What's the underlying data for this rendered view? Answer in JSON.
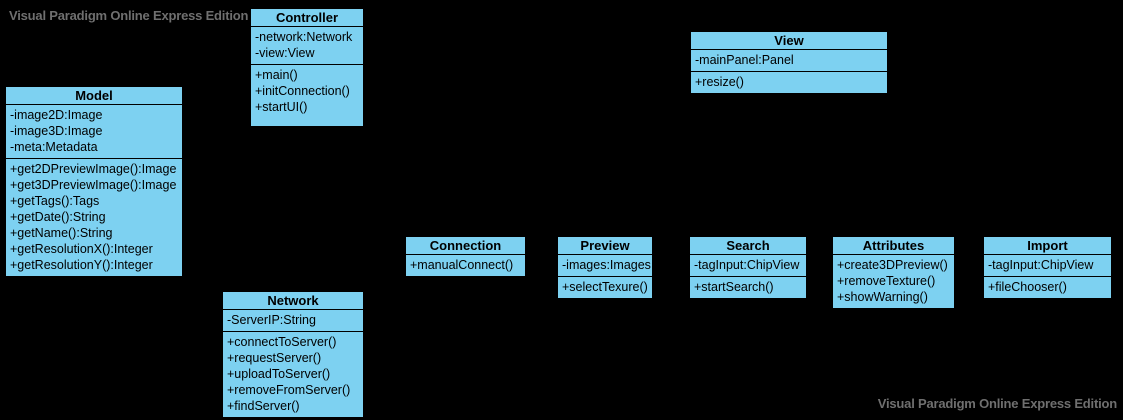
{
  "app": {
    "watermark_text": "Visual Paradigm Online Express Edition"
  },
  "colors": {
    "background": "#000000",
    "class_fill": "#7DD1F1",
    "class_border": "#000000",
    "class_text": "#000000",
    "watermark_text": "#6F6F6F"
  },
  "classes": {
    "model": {
      "title": "Model",
      "attributes": [
        "-image2D:Image",
        "-image3D:Image",
        "-meta:Metadata"
      ],
      "methods": [
        "+get2DPreviewImage():Image",
        "+get3DPreviewImage():Image",
        "+getTags():Tags",
        "+getDate():String",
        "+getName():String",
        "+getResolutionX():Integer",
        "+getResolutionY():Integer"
      ]
    },
    "controller": {
      "title": "Controller",
      "attributes": [
        "-network:Network",
        "-view:View"
      ],
      "methods": [
        "+main()",
        "+initConnection()",
        "+startUI()"
      ]
    },
    "view": {
      "title": "View",
      "attributes": [
        "-mainPanel:Panel"
      ],
      "methods": [
        "+resize()"
      ]
    },
    "connection": {
      "title": "Connection",
      "attributes": [],
      "methods": [
        "+manualConnect()"
      ]
    },
    "preview": {
      "title": "Preview",
      "attributes": [
        "-images:Images"
      ],
      "methods": [
        "+selectTexure()"
      ]
    },
    "search": {
      "title": "Search",
      "attributes": [
        "-tagInput:ChipView"
      ],
      "methods": [
        "+startSearch()"
      ]
    },
    "attributesBox": {
      "title": "Attributes",
      "attributes": [],
      "methods": [
        "+create3DPreview()",
        "+removeTexture()",
        "+showWarning()"
      ]
    },
    "importBox": {
      "title": "Import",
      "attributes": [
        "-tagInput:ChipView"
      ],
      "methods": [
        "+fileChooser()"
      ]
    },
    "network": {
      "title": "Network",
      "attributes": [
        "-ServerIP:String"
      ],
      "methods": [
        "+connectToServer()",
        "+requestServer()",
        "+uploadToServer()",
        "+removeFromServer()",
        "+findServer()"
      ]
    }
  }
}
